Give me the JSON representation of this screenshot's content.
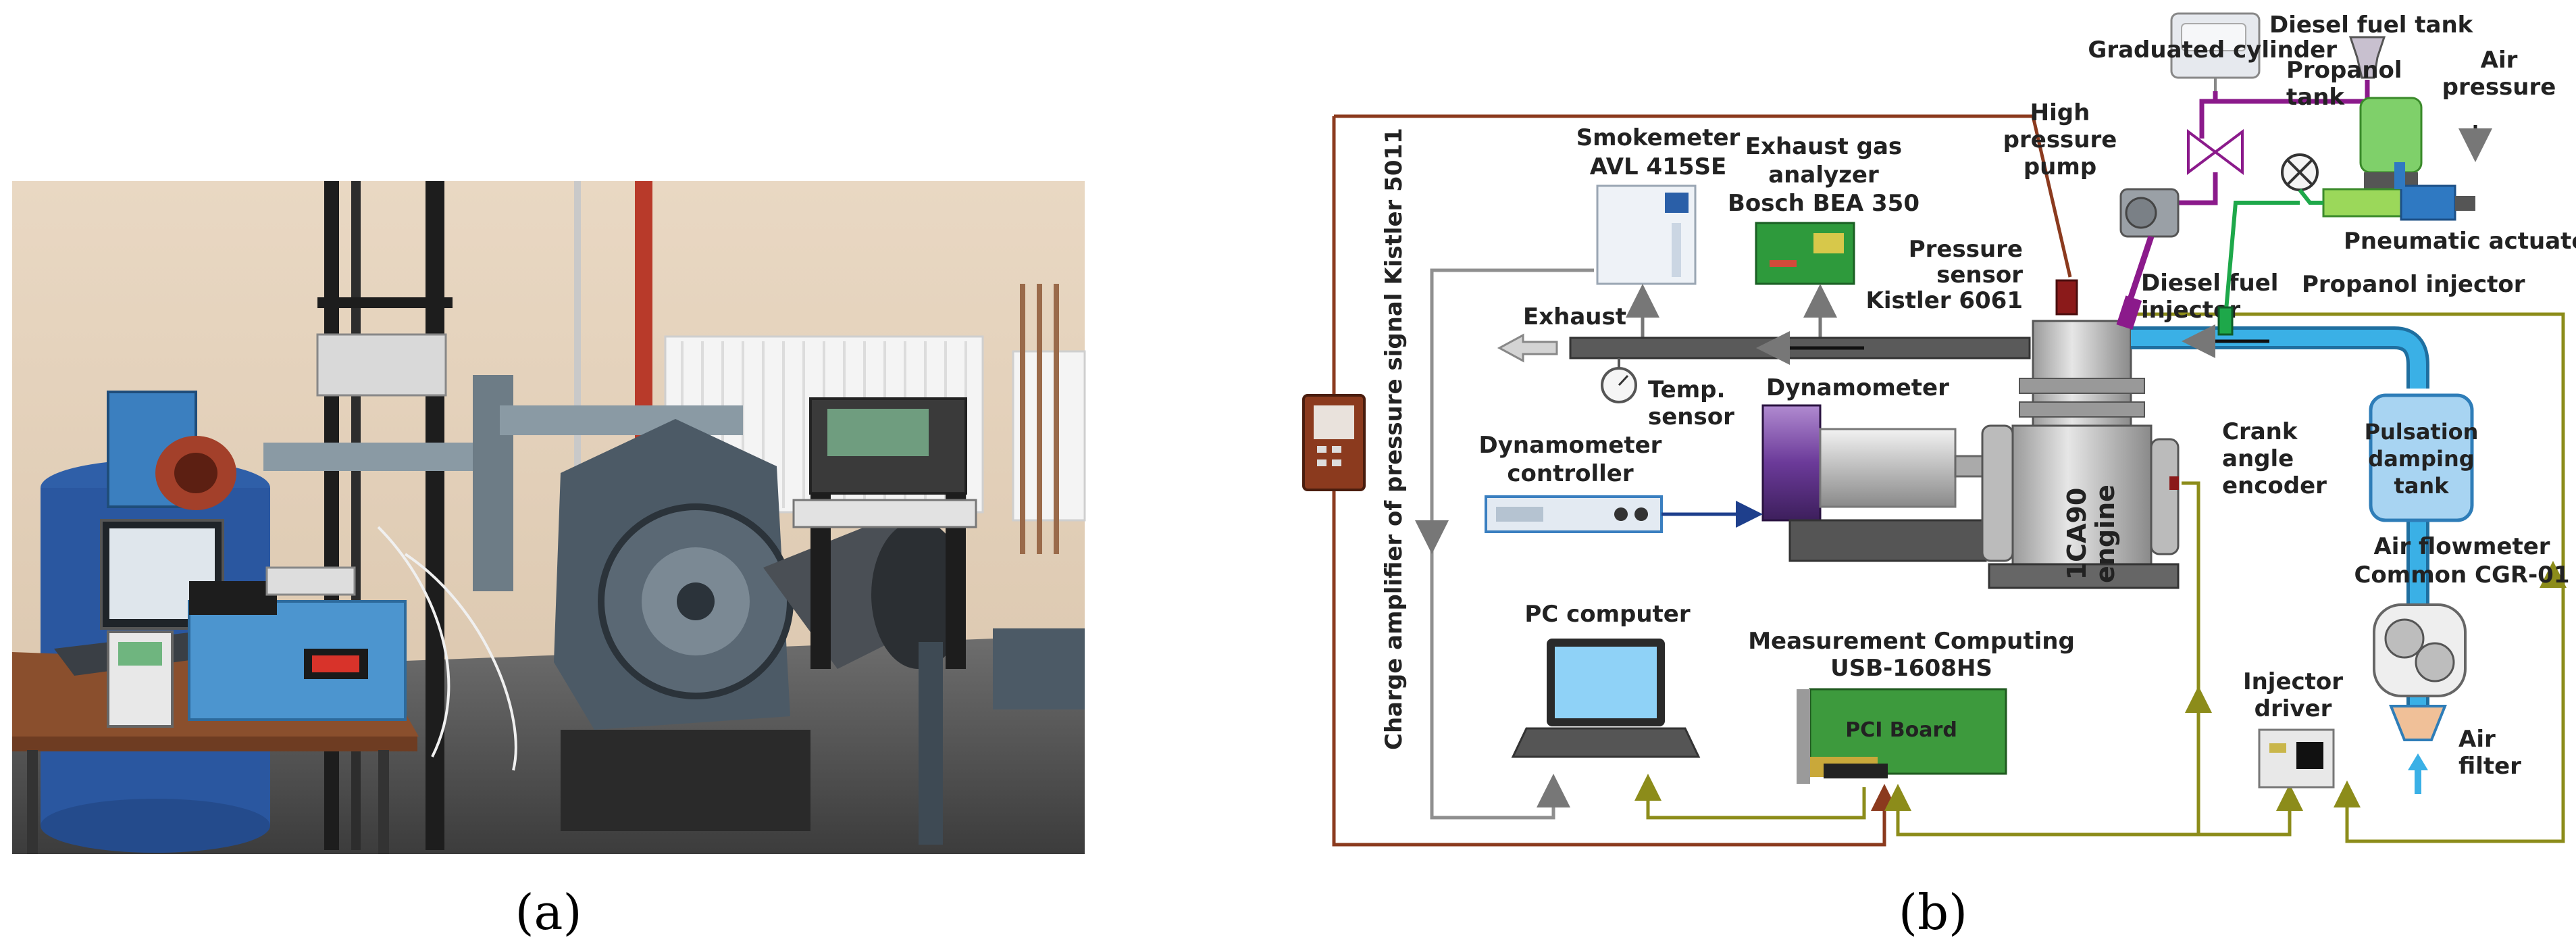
{
  "captions": {
    "a": "(a)",
    "b": "(b)"
  },
  "labels": {
    "graduated_cylinder": "Graduated cylinder",
    "diesel_fuel_tank": "Diesel fuel tank",
    "propanol_tank": [
      "Propanol",
      "tank"
    ],
    "air_pressure": [
      "Air",
      "pressure"
    ],
    "high_pressure_pump": [
      "High",
      "pressure",
      "pump"
    ],
    "smokemeter": [
      "Smokemeter",
      "AVL 415SE"
    ],
    "exhaust_gas_analyzer": [
      "Exhaust gas",
      "analyzer",
      "Bosch BEA 350"
    ],
    "pneumatic_actuator": "Pneumatic actuator",
    "pressure_sensor": [
      "Pressure",
      "sensor",
      "Kistler 6061"
    ],
    "diesel_fuel_injector": [
      "Diesel fuel",
      "injector"
    ],
    "propanol_injector": "Propanol injector",
    "exhaust": "Exhaust",
    "temp_sensor": [
      "Temp.",
      "sensor"
    ],
    "dynamometer": "Dynamometer",
    "dynamometer_controller": [
      "Dynamometer",
      "controller"
    ],
    "crank_angle_encoder": [
      "Crank",
      "angle",
      "encoder"
    ],
    "engine": [
      "1CA90",
      "engine"
    ],
    "pulsation_damping_tank": [
      "Pulsation",
      "damping",
      "tank"
    ],
    "air_flowmeter": [
      "Air flowmeter",
      "Common CGR-01"
    ],
    "charge_amplifier": "Charge amplifier of pressure signal Kistler 5011",
    "pc_computer": "PC computer",
    "measurement_computing": [
      "Measurement Computing",
      "USB-1608HS"
    ],
    "pci_board": "PCI Board",
    "injector_driver": [
      "Injector",
      "driver"
    ],
    "air_filter": [
      "Air",
      "filter"
    ]
  },
  "colors": {
    "signal_brown": "#8B3A1E",
    "signal_olive": "#8C8C1A",
    "fuel_purple": "#8B1A8B",
    "propanol_green": "#1EA84A",
    "air_blue": "#3AB0E6",
    "exhaust_gray": "#555555",
    "controller_blue": "#1E3F8C"
  }
}
